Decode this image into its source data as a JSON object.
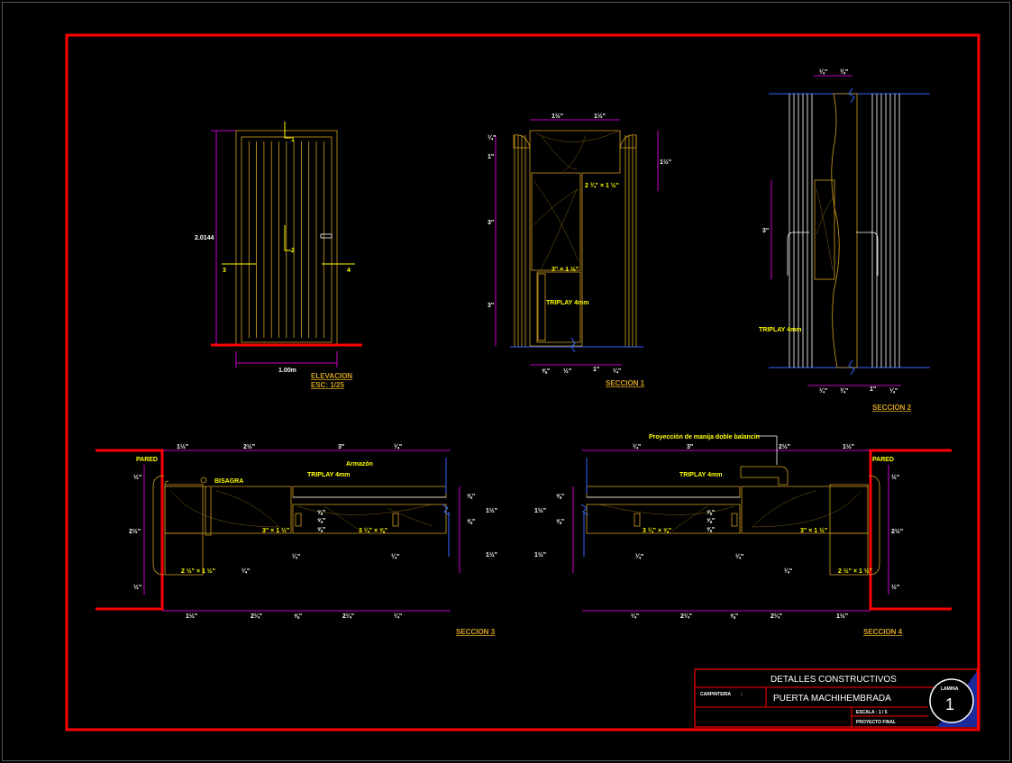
{
  "colors": {
    "frame": "#ff0000",
    "dimension": "#ff00ff",
    "wood": "#d4a020",
    "label": "#ffff00",
    "background": "#000000"
  },
  "elevation": {
    "title": "ELEVACION",
    "scale": "ESC: 1/25",
    "width": "1.00m",
    "height": "2.0144",
    "marks": [
      "1",
      "2",
      "3",
      "4"
    ]
  },
  "seccion1": {
    "title": "SECCION  1",
    "dims_top": [
      "1½\"",
      "1½\""
    ],
    "dims_left": [
      "¼\"",
      "1\"",
      "3\"",
      "3\""
    ],
    "dim_right": "1½\"",
    "dims_bottom": [
      "⅝\"",
      "½\"",
      "1\"",
      "¼\""
    ],
    "labels": [
      "2 ¾\" × 1 ½\"",
      "3\" × 1 ½\"",
      "TRIPLAY 4mm"
    ]
  },
  "seccion2": {
    "title": "SECCION 2",
    "dims_top": [
      "¼\"",
      "¾\""
    ],
    "dim_left": "3\"",
    "dims_bottom": [
      "¼\"",
      "¾\"",
      "1\"",
      "¼\""
    ],
    "label": "TRIPLAY 4mm"
  },
  "seccion3": {
    "title": "SECCION  3",
    "wall": "PARED",
    "hinge": "BISAGRA",
    "armazon": "Armazón",
    "triplay": "TRIPLAY 4mm",
    "dims_top": [
      "1½\"",
      "2½\"",
      "3\"",
      "¼\""
    ],
    "dims_bottom": [
      "1½\"",
      "2¼\"",
      "⅝\"",
      "2¼\"",
      "¼\""
    ],
    "dims_left": [
      "½\"",
      "2½\"",
      "½\""
    ],
    "dims_right": [
      "⅝\"",
      "⅝\"",
      "1½\"",
      "1½\""
    ],
    "dims_mid": [
      "⅝\"",
      "⅝\"",
      "⅝\"",
      "¼\"",
      "¼\"",
      "¼\""
    ],
    "labels": [
      "3\" × 1 ½\"",
      "3 ¼\" × ⅝\"",
      "2 ½\" × 1 ½\""
    ]
  },
  "seccion4": {
    "title": "SECCION  4",
    "wall": "PARED",
    "handle": "Proyección de manija doble balancín",
    "triplay": "TRIPLAY 4mm",
    "dims_top": [
      "¼\"",
      "3\"",
      "2½\"",
      "1½\""
    ],
    "dims_bottom": [
      "¼\"",
      "2¼\"",
      "⅝\"",
      "2¼\"",
      "1½\""
    ],
    "dims_right": [
      "½\"",
      "2½\"",
      "½\""
    ],
    "dims_left": [
      "⅝\"",
      "⅝\"",
      "1½\"",
      "1½\""
    ],
    "dims_mid": [
      "⅝\"",
      "⅝\"",
      "⅝\"",
      "¼\"",
      "¼\"",
      "¼\""
    ],
    "labels": [
      "3 ¼\" × ⅝\"",
      "3\" × 1 ½\"",
      "2 ½\" × 1 ½\""
    ]
  },
  "title_block": {
    "main": "DETALLES CONSTRUCTIVOS",
    "discipline": "CARPINTERIA",
    "sep": ":",
    "name": "PUERTA MACHIHEMBRADA",
    "scale": "ESCALA :   1 / 5",
    "project": "PROYECTO FINAL",
    "sheet_label": "LAMINA",
    "sheet_number": "1"
  }
}
